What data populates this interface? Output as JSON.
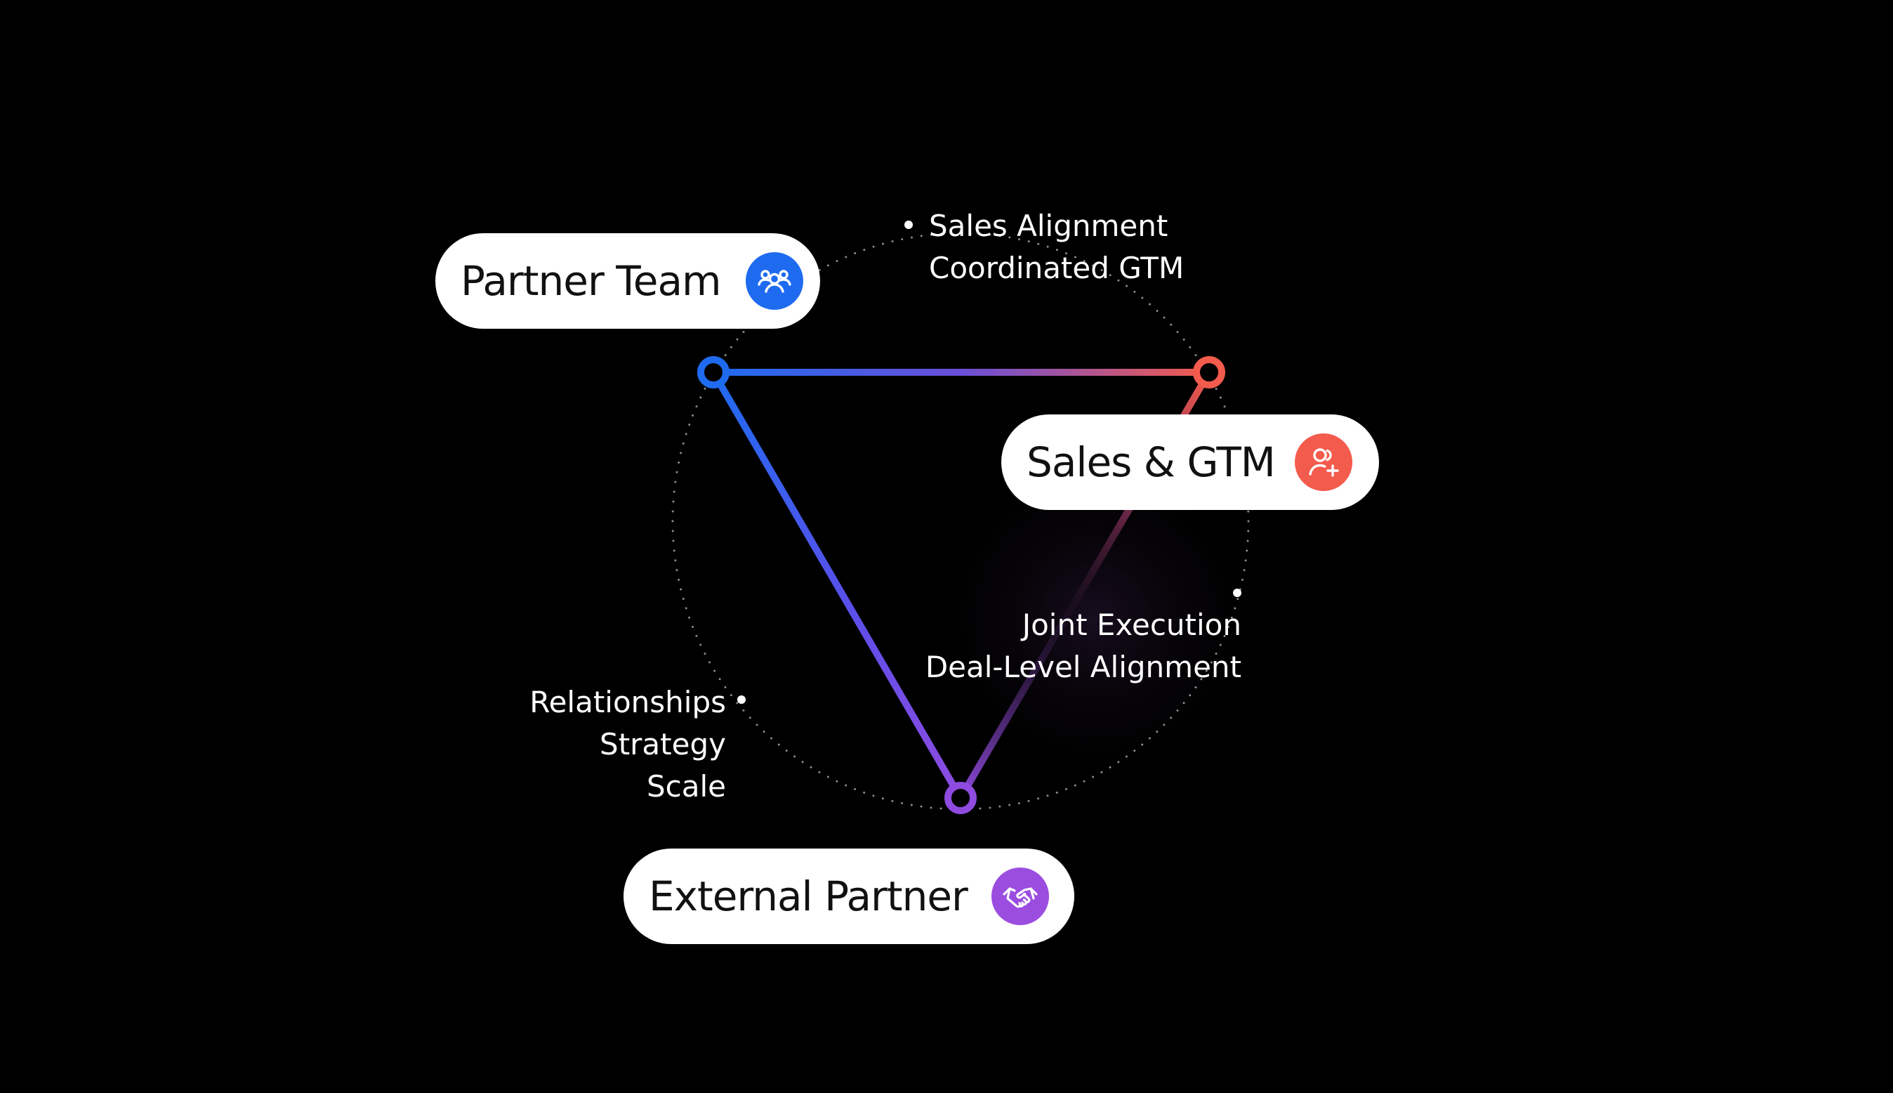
{
  "nodes": {
    "partner_team": {
      "label": "Partner Team",
      "icon": "users-group-icon",
      "color": "#1F6BF0"
    },
    "sales_gtm": {
      "label": "Sales & GTM",
      "icon": "user-plus-icon",
      "color": "#F35B4C"
    },
    "external_partner": {
      "label": "External Partner",
      "icon": "handshake-icon",
      "color": "#9B4DE0"
    }
  },
  "annotations": {
    "top": [
      "Sales Alignment",
      "Coordinated GTM"
    ],
    "right": [
      "Joint Execution",
      "Deal-Level Alignment"
    ],
    "left": [
      "Relationships",
      "Strategy",
      "Scale"
    ]
  },
  "colors": {
    "background": "#000000",
    "blue": "#1F6BF0",
    "red": "#F35B4C",
    "purple": "#8F4BE0",
    "dots": "#ffffff"
  }
}
